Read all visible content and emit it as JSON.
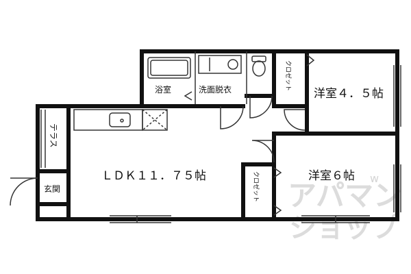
{
  "rooms": {
    "ldk": "ＬＤＫ１１．７５帖",
    "western_45": "洋室４．５帖",
    "western_6": "洋室６帖",
    "bath": "浴室",
    "washroom": "洗面脱衣",
    "closet_top": "クロゼット",
    "closet_bottom": "クロゼット",
    "terrace": "テラス",
    "entrance": "玄関"
  },
  "watermark": {
    "line1": "アパマン",
    "line2": "ショップ",
    "mark": "w"
  },
  "colors": {
    "wall": "#111111",
    "line": "#333333",
    "watermark": "#d8d8d8"
  }
}
